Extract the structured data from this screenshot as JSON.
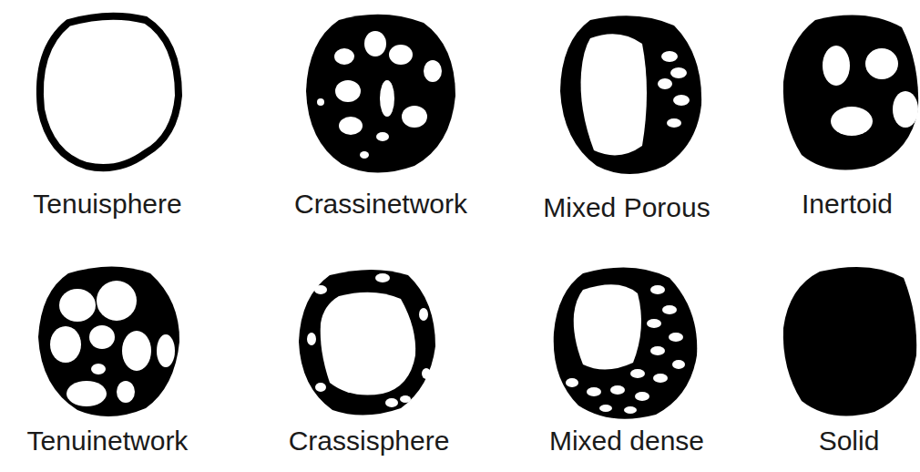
{
  "diagram": {
    "labels": [
      "Tenuisphere",
      "Crassinetwork",
      "Mixed Porous",
      "Inertoid",
      "Tenuinetwork",
      "Crassisphere",
      "Mixed dense",
      "Solid"
    ]
  }
}
